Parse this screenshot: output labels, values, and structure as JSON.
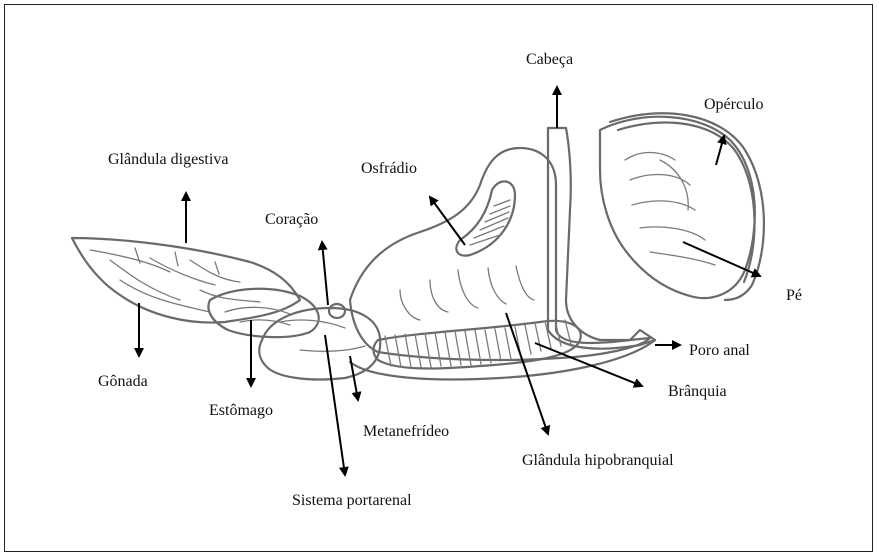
{
  "labels": {
    "cabeca": "Cabeça",
    "operculo": "Opérculo",
    "glandula_digestiva": "Glândula digestiva",
    "osfradio": "Osfrádio",
    "coracao": "Coração",
    "pe": "Pé",
    "gonada": "Gônada",
    "poro_anal": "Poro anal",
    "estomago": "Estômago",
    "branquia": "Brânquia",
    "metanefrideo": "Metanefrídeo",
    "glandula_hipobranquial": "Glândula hipobranquial",
    "sistema_portarenal": "Sistema portarenal"
  },
  "colors": {
    "outline": "#6a6a6a",
    "arrow": "#000000",
    "text": "#111111"
  }
}
